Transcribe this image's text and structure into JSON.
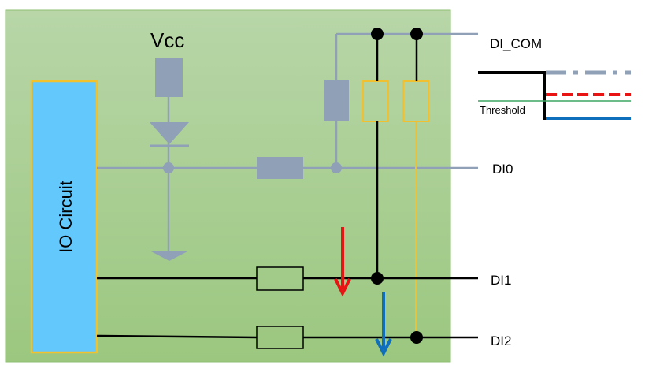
{
  "labels": {
    "vcc": "Vcc",
    "io_circuit": "IO Circuit",
    "di_com": "DI_COM",
    "di0": "DI0",
    "di1": "DI1",
    "di2": "DI2",
    "threshold": "Threshold"
  },
  "colors": {
    "board_fill": "#a5cc8e",
    "io_block": "#63c8fb",
    "io_border": "#f2c22e",
    "gray_wire": "#8fa0b7",
    "black_wire": "#000000",
    "yellow_element": "#f0c030",
    "red_arrow": "#e81414",
    "blue_arrow": "#0f6fbd",
    "threshold_line": "#3aa661"
  }
}
